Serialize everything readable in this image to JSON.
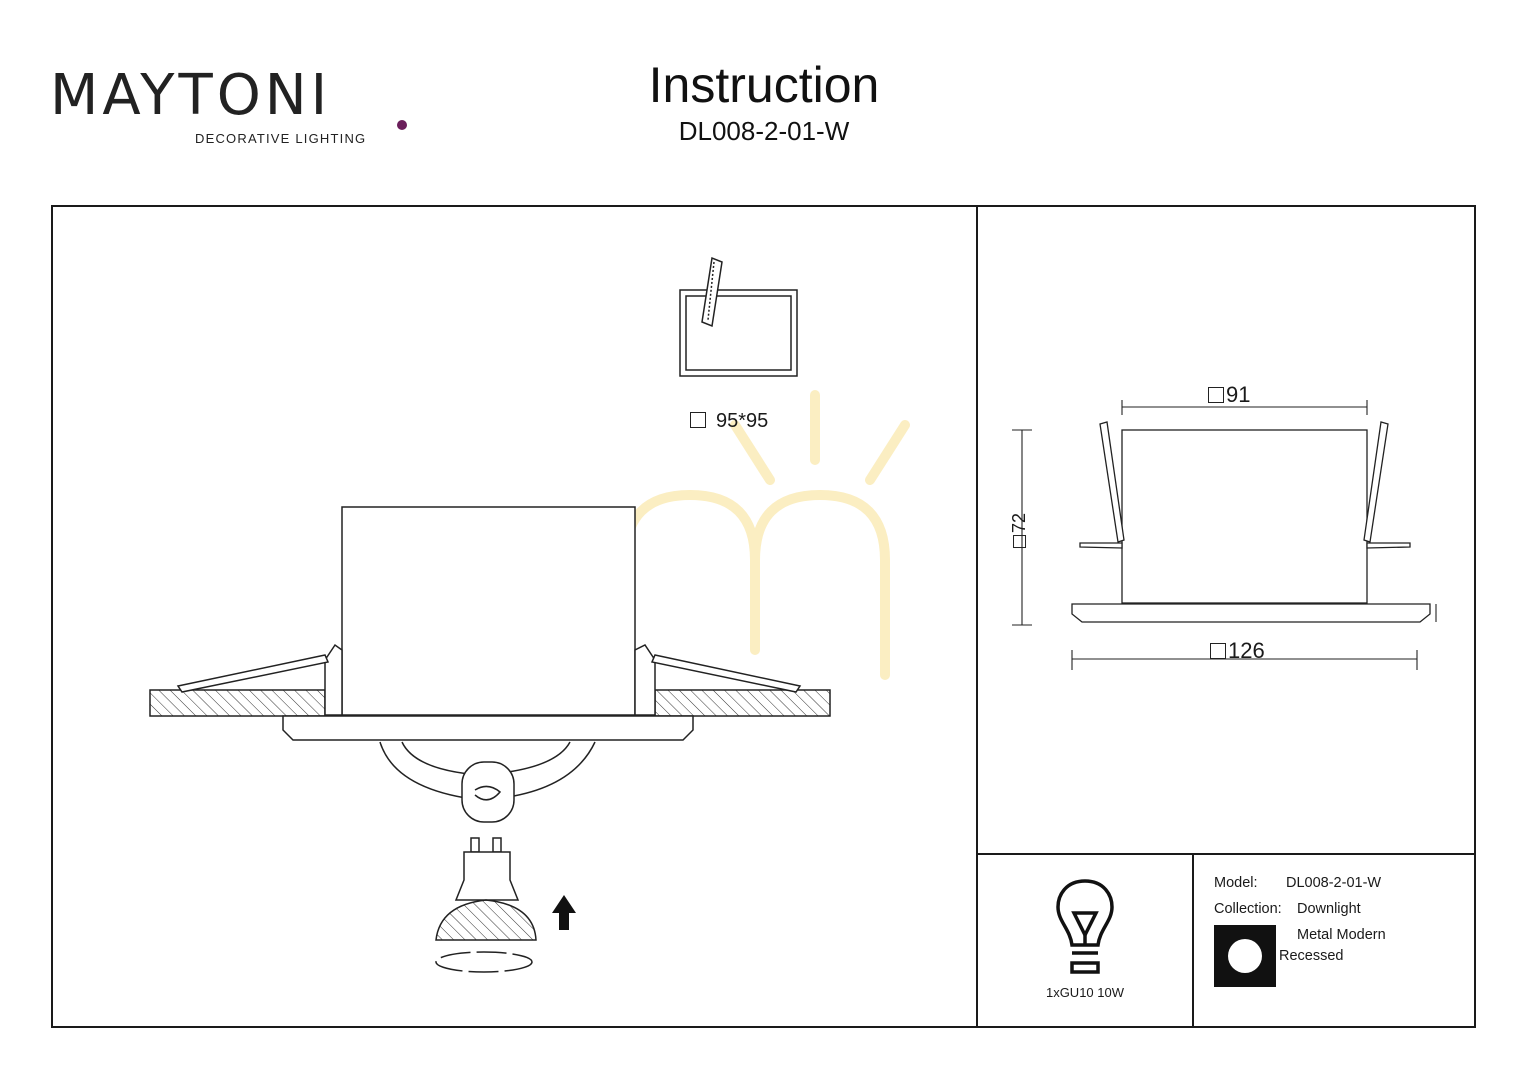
{
  "brand": {
    "name": "MAYTONI",
    "tagline": "DECORATIVE LIGHTING",
    "accent_color": "#6b1f5b"
  },
  "header": {
    "title": "Instruction",
    "model_code": "DL008-2-01-W"
  },
  "installation": {
    "cutout_label": "95*95"
  },
  "dimensions": {
    "width_top": "91",
    "height": "72",
    "width_bottom": "126"
  },
  "lamp": {
    "icon": "bulb-icon",
    "label": "1xGU10 10W"
  },
  "specs": {
    "model_label": "Model:",
    "model_value": "DL008-2-01-W",
    "collection_label": "Collection:",
    "collection_value": "Downlight",
    "style_value": "Metal Modern",
    "type_value": "Recessed"
  }
}
